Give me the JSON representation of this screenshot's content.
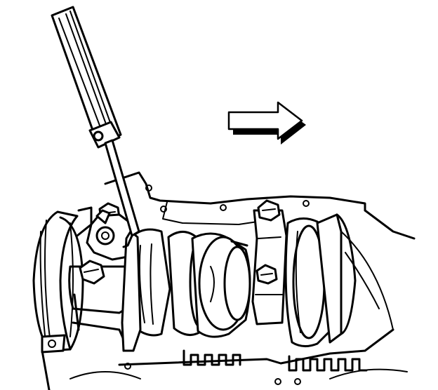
{
  "figure": {
    "background_color": "#ffffff",
    "line_color": "#000000",
    "arrow_direction": "right",
    "depicts": [
      "pry-bar",
      "crankshaft",
      "engine-block",
      "harmonic-balancer",
      "main-bearing-caps",
      "bolts"
    ]
  }
}
